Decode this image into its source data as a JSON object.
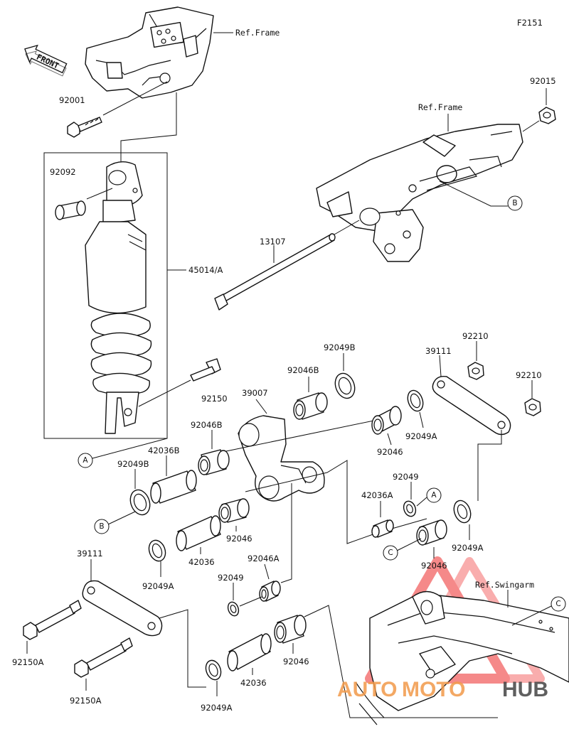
{
  "figure_code": "F2151",
  "front_label": "FRONT",
  "references": {
    "frame_top": "Ref.Frame",
    "frame_right": "Ref.Frame",
    "swingarm": "Ref.Swingarm"
  },
  "parts": {
    "p92001": "92001",
    "p92092": "92092",
    "p45014A": "45014/A",
    "p13107": "13107",
    "p92015": "92015",
    "p92150": "92150",
    "p39007": "39007",
    "p92046B_a": "92046B",
    "p92049B_a": "92049B",
    "p39111_r": "39111",
    "p92210_a": "92210",
    "p92210_b": "92210",
    "p92046B_b": "92046B",
    "p42036B": "42036B",
    "p92049B_b": "92049B",
    "p92046_a": "92046",
    "p92049A_a": "92049A",
    "p92049_a": "92049",
    "p42036A": "42036A",
    "p92049A_b": "92049A",
    "p92046_b": "92046",
    "p92046_c": "92046",
    "p42036_a": "42036",
    "p92049A_c": "92049A",
    "p39111_l": "39111",
    "p92046A": "92046A",
    "p92049_b": "92049",
    "p92150A_a": "92150A",
    "p92150A_b": "92150A",
    "p42036_b": "42036",
    "p92046_d": "92046",
    "p92049A_d": "92049A"
  },
  "callouts": {
    "a_top": "A",
    "a_mid": "A",
    "b_right": "B",
    "b_left": "B",
    "c_mid": "C",
    "c_right": "C"
  },
  "watermark": {
    "part1": "AUTO",
    "part2": "MOTO",
    "part3": "HUB",
    "color_main": "#f29a4a",
    "color_accent": "#ee2a2a"
  }
}
